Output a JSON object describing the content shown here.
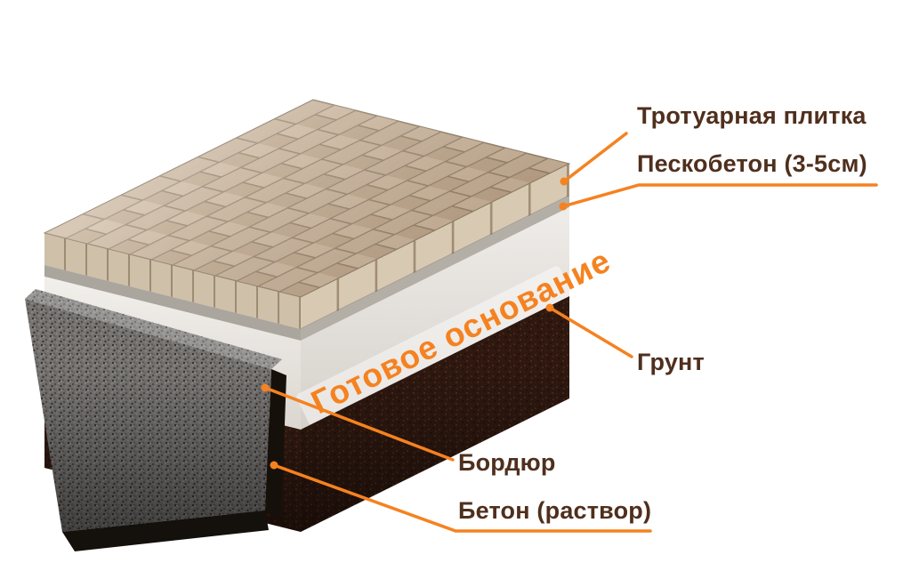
{
  "diagram": {
    "base_text": "Готовое основание",
    "labels": [
      {
        "id": "paving-tile",
        "text": "Тротуарная плитка"
      },
      {
        "id": "sand-concrete",
        "text": "Пескобетон (3-5см)"
      },
      {
        "id": "soil",
        "text": "Грунт"
      },
      {
        "id": "curb",
        "text": "Бордюр"
      },
      {
        "id": "concrete-mortar",
        "text": "Бетон (раствор)"
      }
    ],
    "colors": {
      "accent_orange": "#f58220",
      "label_brown": "#4f2f1d",
      "tile_beige": "#c9b49b",
      "sand_concrete_gray": "#b3aea6",
      "base_light_gray": "#e9e6e2",
      "soil_dark_brown": "#2e1810",
      "curb_granite_gray": "#757270",
      "mortar_black": "#14100c",
      "background": "#ffffff"
    }
  }
}
